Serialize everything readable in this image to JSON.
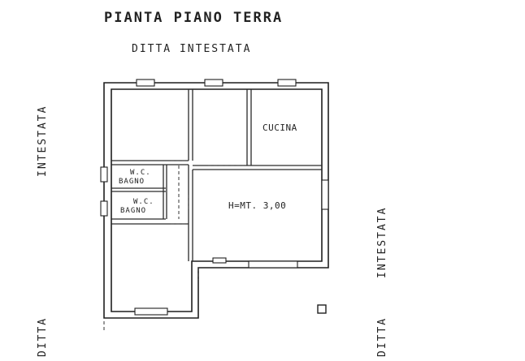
{
  "title": "PIANTA PIANO TERRA",
  "neighbors": {
    "top": "DITTA   INTESTATA",
    "left_upper": "INTESTATA",
    "left_lower": "DITTA",
    "right_upper": "INTESTATA",
    "right_lower": "DITTA"
  },
  "rooms": {
    "kitchen": "CUCINA",
    "wc1_line1": "W.C.",
    "wc1_line2": "BAGNO",
    "wc2_line1": "W.C.",
    "wc2_line2": "BAGNO",
    "living": "H=MT. 3,00"
  },
  "colors": {
    "ink": "#1f1f1f",
    "paper": "#ffffff"
  }
}
